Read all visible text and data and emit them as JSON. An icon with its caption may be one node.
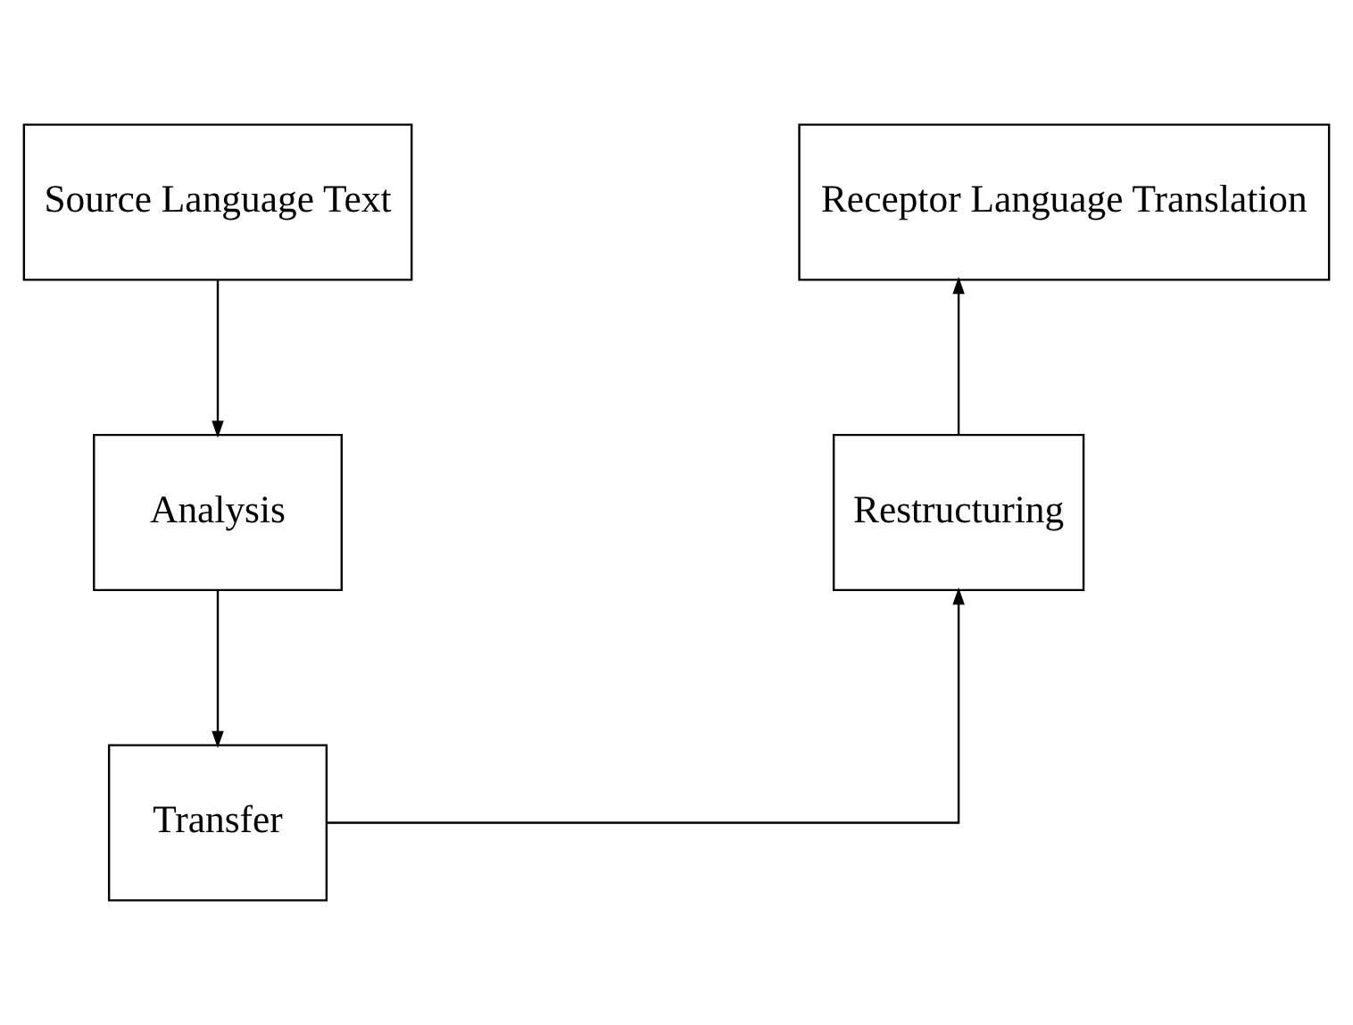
{
  "diagram": {
    "nodes": [
      {
        "text": [
          "Source Language Text"
        ]
      },
      {
        "text": [
          "Receptor Language Translation"
        ]
      },
      {
        "text": [
          "Analysis"
        ]
      },
      {
        "text": [
          "Restructuring"
        ]
      },
      {
        "text": [
          "Transfer"
        ]
      }
    ],
    "edges": [
      {
        "from": 0,
        "to": 2,
        "arrow": "to"
      },
      {
        "from": 2,
        "to": 4,
        "arrow": "to"
      },
      {
        "from": 4,
        "to": 3,
        "arrow": "to"
      },
      {
        "from": 3,
        "to": 1,
        "arrow": "to"
      }
    ]
  }
}
